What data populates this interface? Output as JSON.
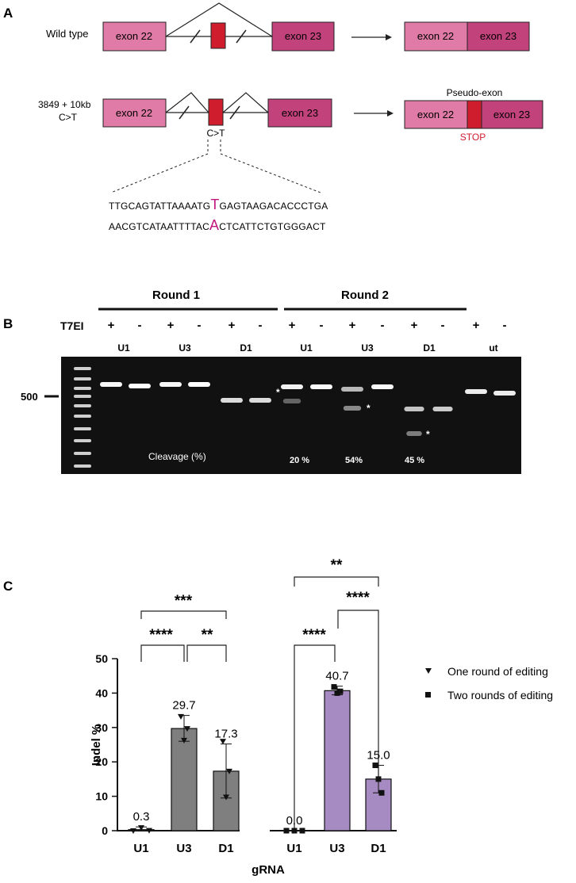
{
  "panelA": {
    "label": "A",
    "wild_type": "Wild type",
    "mut_line1": "3849 + 10kb",
    "mut_line2": "C>T",
    "exon22": "exon 22",
    "exon23": "exon 23",
    "c_to_t": "C>T",
    "pseudo_exon": "Pseudo-exon",
    "stop": "STOP",
    "seq_top": {
      "left": "TTGCAGTATTAAAATG",
      "mut": "T",
      "right": "GAGTAAGACACCCTGA"
    },
    "seq_bottom": {
      "left": "AACGTCATAATTTTAC",
      "mut": "A",
      "right": "CTCATTCTGTGGGACT"
    },
    "colors": {
      "exon22": "#e07aa6",
      "exon23": "#c2427c",
      "pseudo": "#d01d2e",
      "mutation": "#c0187e",
      "stop": "#d01d2e"
    }
  },
  "panelB": {
    "label": "B",
    "round1": "Round 1",
    "round2": "Round 2",
    "t7ei": "T7EI",
    "lanes": [
      "+",
      "-",
      "+",
      "-",
      "+",
      "-",
      "+",
      "-",
      "+",
      "-",
      "+",
      "-",
      "+",
      "-"
    ],
    "samples": [
      "U1",
      "U3",
      "D1",
      "U1",
      "U3",
      "D1",
      "ut"
    ],
    "marker": "500",
    "cleavage_label": "Cleavage (%)",
    "cleavage_values": [
      "20 %",
      "54%",
      "45 %"
    ],
    "star": "*"
  },
  "panelC": {
    "label": "C",
    "sig": {
      "left_top": "***",
      "left_mid1": "****",
      "left_mid2": "**",
      "right_top": "**",
      "right_mid": "****",
      "right_low": "****"
    },
    "legend": [
      {
        "marker": "triangle-down",
        "text": "One round of editing"
      },
      {
        "marker": "square",
        "text": "Two rounds of editing"
      }
    ]
  },
  "chart_data": {
    "type": "bar",
    "xlabel": "gRNA",
    "ylabel": "Indel %",
    "ylim": [
      0,
      50
    ],
    "yticks": [
      0,
      10,
      20,
      30,
      40,
      50
    ],
    "groups": [
      {
        "name": "One round of editing",
        "color": "#7f7f7f",
        "marker": "triangle-down",
        "categories": [
          "U1",
          "U3",
          "D1"
        ],
        "values": [
          0.3,
          29.7,
          17.3
        ],
        "value_labels": [
          "0.3",
          "29.7",
          "17.3"
        ],
        "error": [
          [
            0,
            1.1
          ],
          [
            26,
            33.5
          ],
          [
            9.5,
            25.2
          ]
        ],
        "points": [
          [
            0.0,
            0.9,
            0.1
          ],
          [
            33.2,
            29.7,
            26.3
          ],
          [
            26.0,
            17.3,
            9.8
          ]
        ]
      },
      {
        "name": "Two rounds of editing",
        "color": "#a58bc1",
        "marker": "square",
        "categories": [
          "U1",
          "U3",
          "D1"
        ],
        "values": [
          0.0,
          40.7,
          15.0
        ],
        "value_labels": [
          "0.0",
          "40.7",
          "15.0"
        ],
        "error": [
          [
            0,
            0
          ],
          [
            39.5,
            42
          ],
          [
            11,
            19
          ]
        ],
        "points": [
          [
            0.0,
            0.0,
            0.0
          ],
          [
            41.8,
            40.5,
            40.0
          ],
          [
            19.0,
            11.0,
            15.0
          ]
        ]
      }
    ]
  }
}
